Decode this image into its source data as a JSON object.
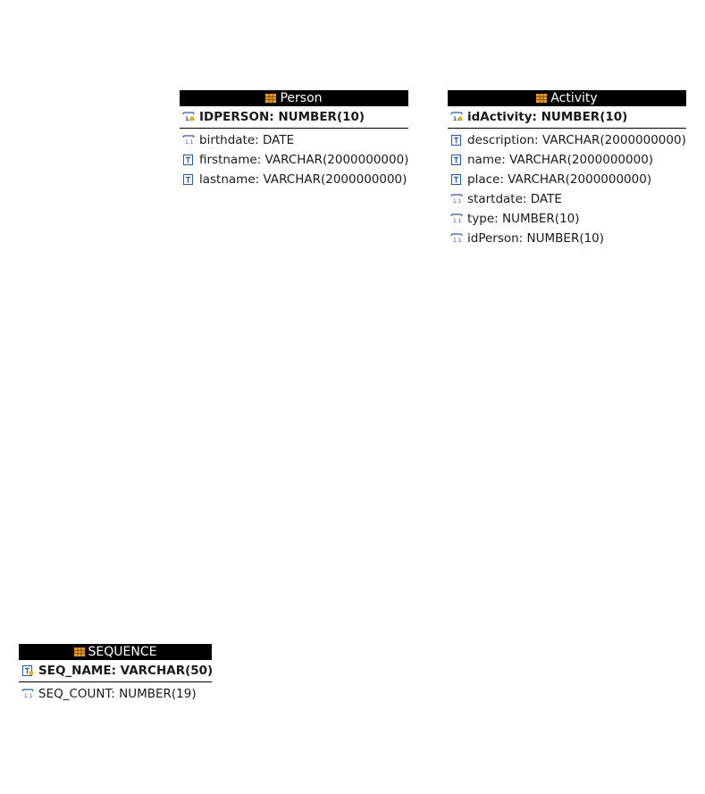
{
  "entities": [
    {
      "name": "Person",
      "primary_key": {
        "label": "IDPERSON: NUMBER(10)",
        "icon": "pk-numeric-icon"
      },
      "columns": [
        {
          "label": "birthdate: DATE",
          "icon": "numeric-column-icon"
        },
        {
          "label": "firstname: VARCHAR(2000000000)",
          "icon": "text-column-icon"
        },
        {
          "label": "lastname: VARCHAR(2000000000)",
          "icon": "text-column-icon"
        }
      ]
    },
    {
      "name": "Activity",
      "primary_key": {
        "label": "idActivity: NUMBER(10)",
        "icon": "pk-numeric-icon"
      },
      "columns": [
        {
          "label": "description: VARCHAR(2000000000)",
          "icon": "text-column-icon"
        },
        {
          "label": "name: VARCHAR(2000000000)",
          "icon": "text-column-icon"
        },
        {
          "label": "place: VARCHAR(2000000000)",
          "icon": "text-column-icon"
        },
        {
          "label": "startdate: DATE",
          "icon": "numeric-column-icon"
        },
        {
          "label": "type: NUMBER(10)",
          "icon": "numeric-column-icon"
        },
        {
          "label": "idPerson: NUMBER(10)",
          "icon": "numeric-column-icon"
        }
      ]
    },
    {
      "name": "SEQUENCE",
      "primary_key": {
        "label": "SEQ_NAME: VARCHAR(50)",
        "icon": "pk-text-icon"
      },
      "columns": [
        {
          "label": "SEQ_COUNT: NUMBER(19)",
          "icon": "numeric-column-icon"
        }
      ]
    }
  ],
  "colors": {
    "header_bg": "#000000",
    "header_text": "#ffffff",
    "table_icon": "#e8a020",
    "column_icon": "#2a5aa0",
    "key_icon": "#e0b000"
  }
}
